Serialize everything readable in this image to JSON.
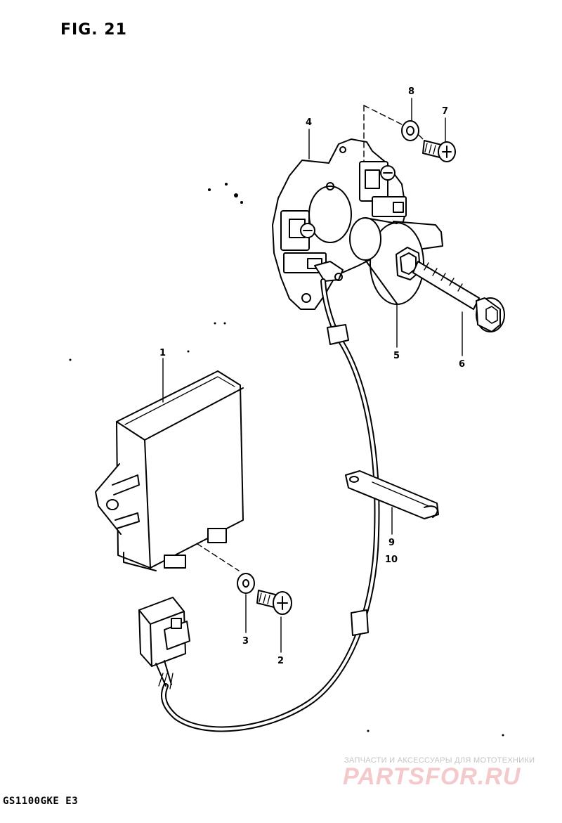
{
  "figure": {
    "title": "FIG. 21",
    "model_code": "GS1100GKE  E3"
  },
  "callouts": [
    {
      "id": "c1",
      "label": "1"
    },
    {
      "id": "c2",
      "label": "2"
    },
    {
      "id": "c3",
      "label": "3"
    },
    {
      "id": "c4",
      "label": "4"
    },
    {
      "id": "c5",
      "label": "5"
    },
    {
      "id": "c6",
      "label": "6"
    },
    {
      "id": "c7",
      "label": "7"
    },
    {
      "id": "c8",
      "label": "8"
    },
    {
      "id": "c9",
      "label": "9"
    },
    {
      "id": "c10",
      "label": "10"
    }
  ],
  "watermark": {
    "tagline": "ЗАПЧАСТИ И АКСЕССУАРЫ ДЛЯ МОТОТЕХНИКИ",
    "brand": "PARTSFOR.RU",
    "color": "#e8a0a6"
  }
}
